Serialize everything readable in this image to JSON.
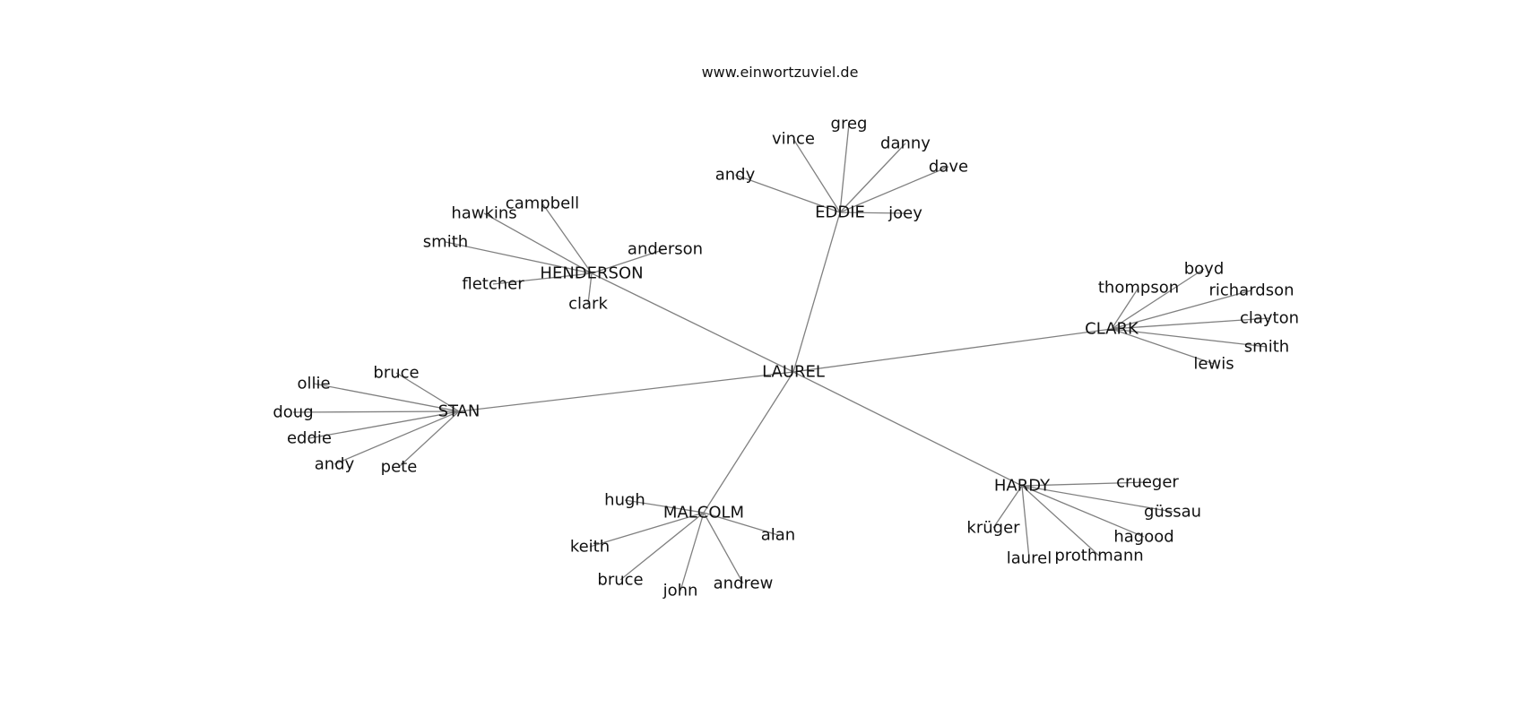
{
  "site": "www.einwortzuviel.de",
  "root": "LAUREL",
  "hubs": [
    {
      "name": "EDDIE",
      "children": [
        "andy",
        "vince",
        "greg",
        "danny",
        "dave",
        "joey"
      ]
    },
    {
      "name": "HENDERSON",
      "children": [
        "campbell",
        "hawkins",
        "smith",
        "anderson",
        "fletcher",
        "clark"
      ]
    },
    {
      "name": "CLARK",
      "children": [
        "boyd",
        "thompson",
        "richardson",
        "clayton",
        "smith",
        "lewis"
      ]
    },
    {
      "name": "STAN",
      "children": [
        "bruce",
        "ollie",
        "doug",
        "eddie",
        "andy",
        "pete"
      ]
    },
    {
      "name": "MALCOLM",
      "children": [
        "hugh",
        "alan",
        "keith",
        "bruce",
        "john",
        "andrew"
      ]
    },
    {
      "name": "HARDY",
      "children": [
        "crueger",
        "güssau",
        "hagood",
        "krüger",
        "laurel",
        "prothmann"
      ]
    }
  ],
  "colors": {
    "edge": "#808080",
    "text": "#111111",
    "background": "#ffffff"
  }
}
